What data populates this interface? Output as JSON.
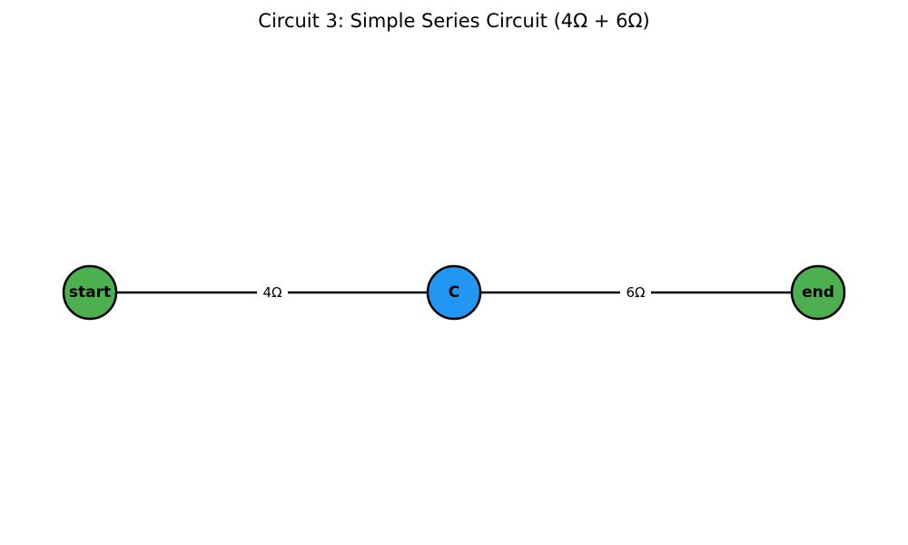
{
  "title": "Circuit 3: Simple Series Circuit (4Ω + 6Ω)",
  "colors": {
    "terminal_node": "#4caf50",
    "junction_node": "#2196f3",
    "stroke": "#000000",
    "label_background": "#ffffff"
  },
  "nodes": {
    "start": {
      "label": "start",
      "color": "#4caf50"
    },
    "c": {
      "label": "C",
      "color": "#2196f3"
    },
    "end": {
      "label": "end",
      "color": "#4caf50"
    }
  },
  "edges": {
    "start_c": {
      "from": "start",
      "to": "C",
      "label": "4Ω"
    },
    "c_end": {
      "from": "C",
      "to": "end",
      "label": "6Ω"
    }
  }
}
